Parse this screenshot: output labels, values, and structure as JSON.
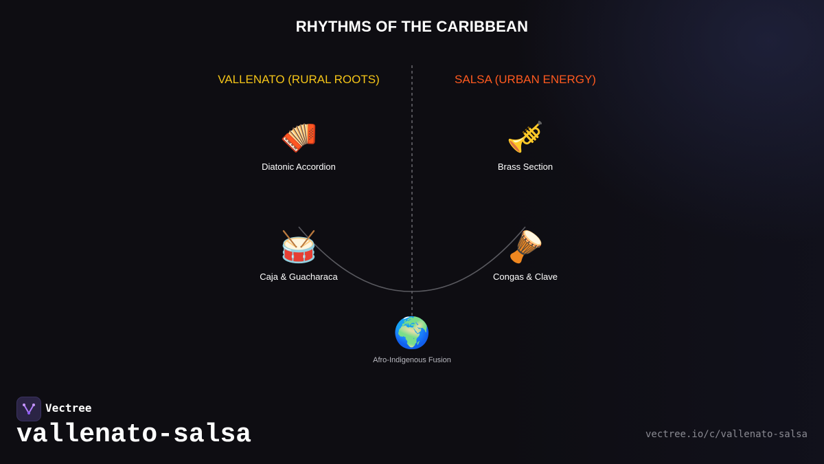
{
  "title": "RHYTHMS OF THE CARIBBEAN",
  "columns": {
    "left": {
      "heading": "VALLENATO (RURAL ROOTS)",
      "color": "#f5c518"
    },
    "right": {
      "heading": "SALSA (URBAN ENERGY)",
      "color": "#ff5a1f"
    }
  },
  "nodes": {
    "accordion": {
      "icon": "🪗",
      "icon_name": "accordion-icon",
      "label": "Diatonic Accordion"
    },
    "brass": {
      "icon": "🎺",
      "icon_name": "trumpet-icon",
      "label": "Brass Section"
    },
    "caja": {
      "icon": "🥁",
      "icon_name": "drum-icon",
      "label": "Caja & Guacharaca"
    },
    "congas": {
      "icon": "🪘",
      "icon_name": "conga-drum-icon",
      "label": "Congas & Clave"
    },
    "fusion": {
      "icon": "🌍",
      "icon_name": "globe-icon",
      "label": "Afro-Indigenous Fusion"
    }
  },
  "footer": {
    "brand": "Vectree",
    "slug": "vallenato-salsa",
    "url": "vectree.io/c/vallenato-salsa"
  },
  "colors": {
    "background": "#0e0d12",
    "connector": "#5a5a60",
    "divider": "#6a6a70"
  }
}
